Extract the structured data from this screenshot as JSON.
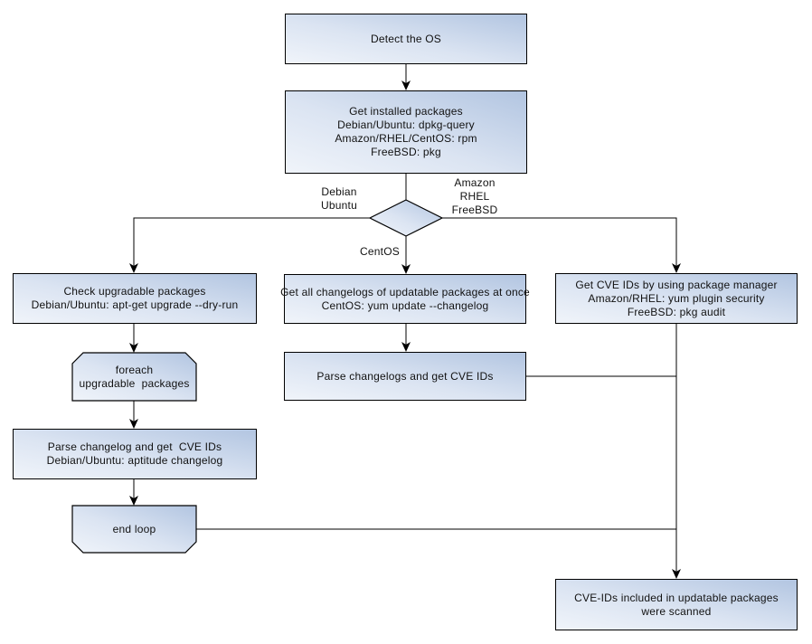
{
  "diagram": {
    "type": "flowchart",
    "colors": {
      "background": "#ffffff",
      "node_fill_light": "#f0f4fa",
      "node_fill_dark": "#b2c5e1",
      "node_border": "#000000",
      "connector": "#000000",
      "text": "#111111"
    },
    "nodes": {
      "detect_os": "Detect the OS",
      "get_installed_packages": "Get installed packages\nDebian/Ubuntu: dpkg-query\nAmazon/RHEL/CentOS: rpm\nFreeBSD: pkg",
      "check_upgradable": "Check upgradable packages\nDebian/Ubuntu: apt-get upgrade --dry-run",
      "foreach_loop": "foreach\nupgradable  packages",
      "parse_changelog_left": "Parse changelog and get  CVE IDs\nDebian/Ubuntu: aptitude changelog",
      "end_loop": "end loop",
      "get_all_changelogs": "Get all changelogs of updatable packages at once\nCentOS: yum update --changelog",
      "parse_changelogs_mid": "Parse changelogs and get CVE IDs",
      "get_cve_ids_pkg_manager": "Get CVE IDs by using package manager\nAmazon/RHEL: yum plugin security\nFreeBSD: pkg audit",
      "cve_scanned": "CVE-IDs included in updatable packages\nwere scanned"
    },
    "edge_labels": {
      "left_branch": "Debian\nUbuntu",
      "right_branch": "Amazon\nRHEL\nFreeBSD",
      "down_branch": "CentOS"
    }
  }
}
